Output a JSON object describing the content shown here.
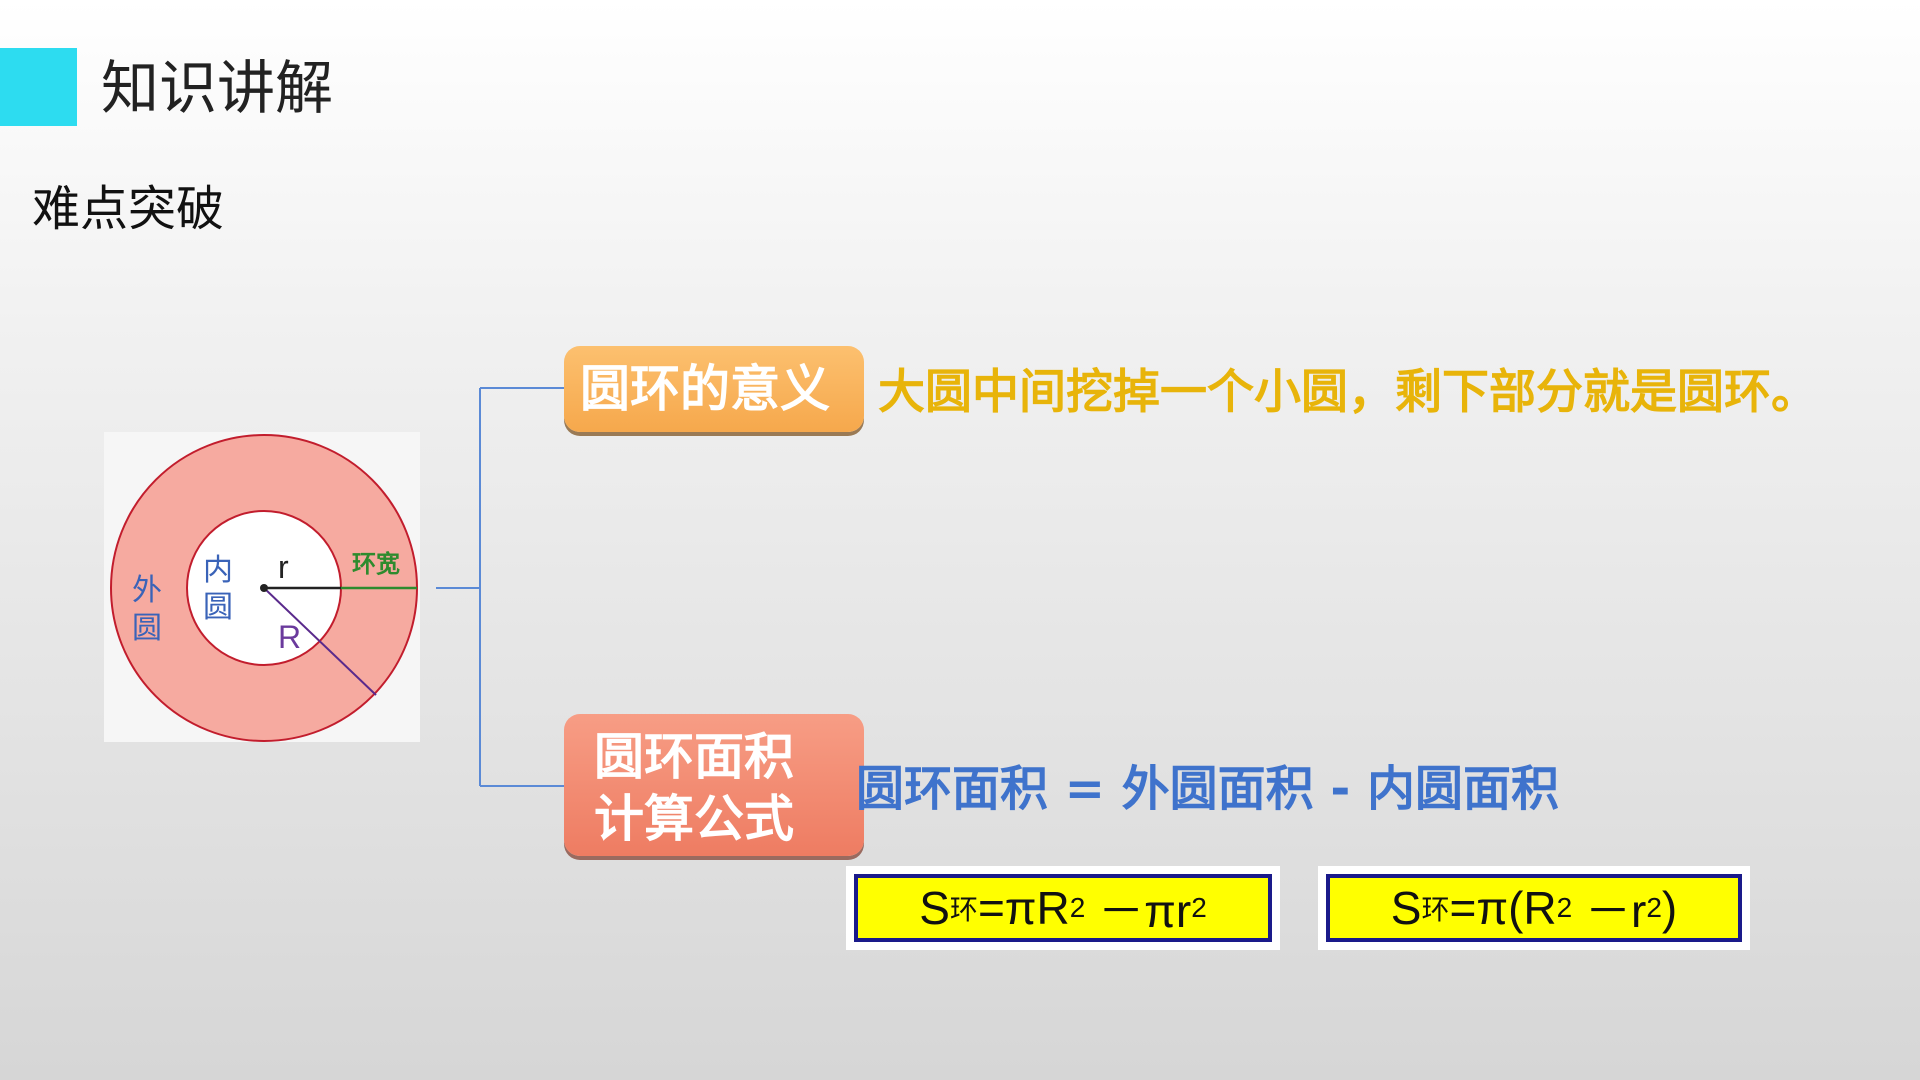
{
  "header": {
    "title": "知识讲解",
    "accent_color": "#2ddcf0"
  },
  "subtitle": "难点突破",
  "diagram": {
    "outer_label_1": "外",
    "outer_label_2": "圆",
    "inner_label_1": "内",
    "inner_label_2": "圆",
    "small_radius": "r",
    "big_radius": "R",
    "ring_width_label": "环宽",
    "ring_color": "#f6aaa0"
  },
  "meaning": {
    "title": "圆环的意义",
    "text": "大圆中间挖掉一个小圆，剩下部分就是圆环。"
  },
  "formula": {
    "title_line1": "圆环面积",
    "title_line2": "计算公式",
    "area_text": "圆环面积 = 外圆面积 - 内圆面积",
    "f1": {
      "s": "S",
      "sub": "环",
      "mid1": "=πR",
      "sup1": "2",
      "mid2": " －πr",
      "sup2": "2",
      "end": ""
    },
    "f2": {
      "s": "S",
      "sub": "环",
      "mid1": "=π(R",
      "sup1": "2",
      "mid2": " －r",
      "sup2": "2",
      "end": ")"
    }
  }
}
